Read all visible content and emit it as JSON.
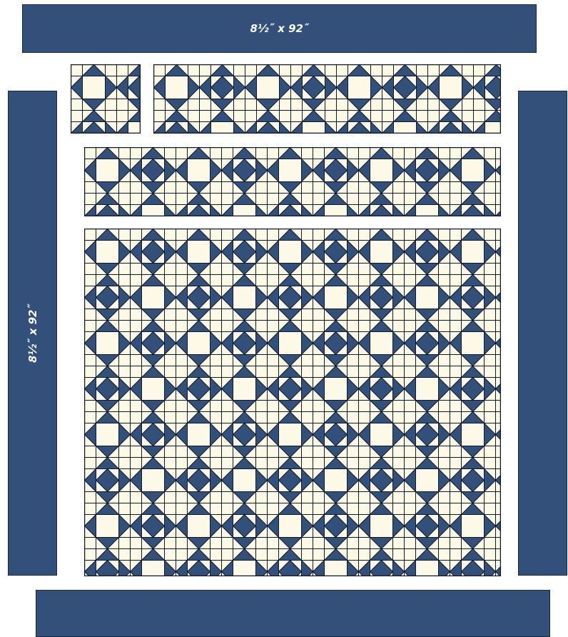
{
  "colors": {
    "navy": "#33507a",
    "cream": "#fcfae7",
    "outline": "#111a2a",
    "page": "#ffffff"
  },
  "borders": {
    "top": {
      "label": "8½˝ x 92˝"
    },
    "left": {
      "label": "8½˝ x 92˝"
    },
    "right": {
      "label": ""
    },
    "bottom": {
      "label": ""
    }
  },
  "quilt": {
    "pattern": "sawtooth-star-blocks"
  }
}
